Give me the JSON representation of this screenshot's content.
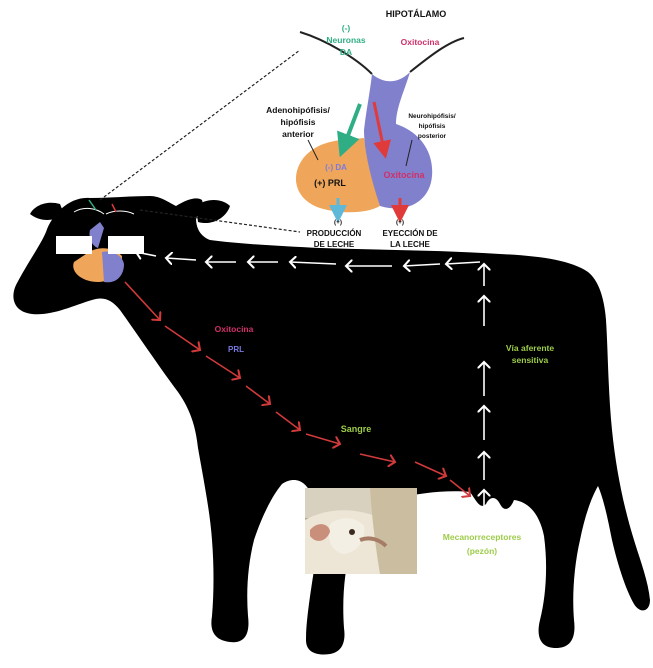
{
  "labels": {
    "hypothalamus": "HIPOTÁLAMO",
    "neurons_line1": "(-)",
    "neurons_line2": "Neuronas",
    "neurons_line3": "DA",
    "oxytocin_top": "Oxitocina",
    "adeno_line1": "Adenohipófisis/",
    "adeno_line2": "hipófisis",
    "adeno_line3": "anterior",
    "neuro_line1": "Neurohipófisis/",
    "neuro_line2": "hipófisis",
    "neuro_line3": "posterior",
    "da_minus": "(-) DA",
    "prl_plus": "(+) PRL",
    "oxytocin_gland": "Oxitocina",
    "prod_sign": "(+)",
    "prod_line1": "PRODUCCIÓN",
    "prod_line2": "DE LECHE",
    "eject_sign": "(+)",
    "eject_line1": "EYECCIÓN DE",
    "eject_line2": "LA LECHE",
    "blood_oxytocin": "Oxitocina",
    "blood_prl": "PRL",
    "blood": "Sangre",
    "afferent_line1": "Vía aferente",
    "afferent_line2": "sensitiva",
    "mechano_line1": "Mecanorreceptores",
    "mechano_line2": "(pezón)"
  },
  "colors": {
    "cow": "#000000",
    "anterior_lobe": "#f0a65a",
    "posterior_lobe": "#8080cc",
    "green_text": "#2fae86",
    "magenta_text": "#d0306a",
    "blood_arrow": "#d13a3a",
    "afferent_arrow": "#ffffff",
    "yellow_green_text": "#9dcc4a",
    "prl_text": "#7a7ae0"
  }
}
